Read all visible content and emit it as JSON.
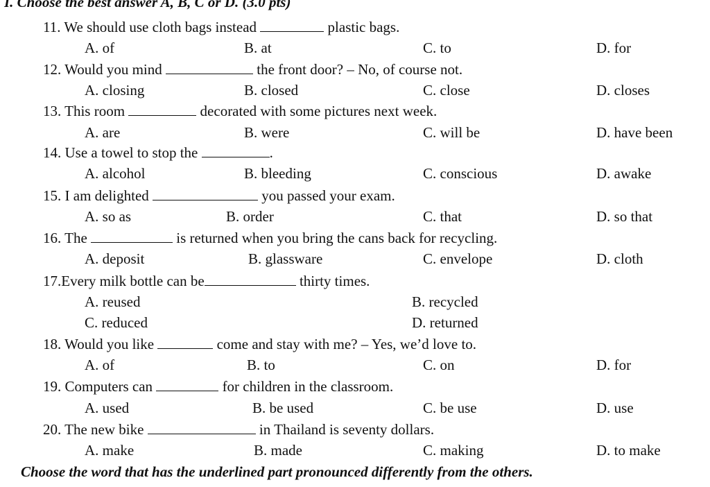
{
  "section_heading": "I. Choose the best answer A, B, C or D. (3.0 pts)",
  "questions": [
    {
      "number": "11.",
      "before": "We should use cloth bags instead",
      "after": "plastic bags.",
      "options": [
        "A. of",
        "B. at",
        "C. to",
        "D. for"
      ]
    },
    {
      "number": "12.",
      "before": "Would you mind",
      "after": "the front door? – No, of course not.",
      "options": [
        "A. closing",
        "B. closed",
        "C. close",
        "D. closes"
      ]
    },
    {
      "number": "13.",
      "before": "This room",
      "after": "decorated with some pictures next week.",
      "options": [
        "A. are",
        "B. were",
        "C. will be",
        "D. have been"
      ]
    },
    {
      "number": "14.",
      "before": "Use a towel to stop the",
      "after": ".",
      "options": [
        "A. alcohol",
        "B. bleeding",
        "C. conscious",
        "D. awake"
      ]
    },
    {
      "number": "15.",
      "before": "I am delighted",
      "after": "you passed your exam.",
      "options": [
        "A. so as",
        "B. order",
        "C. that",
        "D. so that"
      ]
    },
    {
      "number": "16.",
      "before": "The",
      "after": "is returned when you bring the cans back for recycling.",
      "options": [
        "A. deposit",
        "B. glassware",
        "C. envelope",
        "D. cloth"
      ]
    },
    {
      "number": "17.",
      "before": "Every milk bottle can be",
      "after": "thirty times.",
      "options": [
        "A. reused",
        "B. recycled",
        "C. reduced",
        "D. returned"
      ]
    },
    {
      "number": "18.",
      "before": "Would you like",
      "after": "come and stay with me? – Yes, we’d love to.",
      "options": [
        "A. of",
        "B. to",
        "C. on",
        "D. for"
      ]
    },
    {
      "number": "19.",
      "before": "Computers can",
      "after": "for children in the classroom.",
      "options": [
        "A. used",
        "B. be used",
        "C. be use",
        "D. use"
      ]
    },
    {
      "number": "20.",
      "before": "The new bike",
      "after": "in Thailand is seventy dollars.",
      "options": [
        "A. make",
        "B. made",
        "C. making",
        "D. to make"
      ]
    }
  ],
  "next_section_heading": "Choose the word that has the underlined part pronounced differently from the others."
}
